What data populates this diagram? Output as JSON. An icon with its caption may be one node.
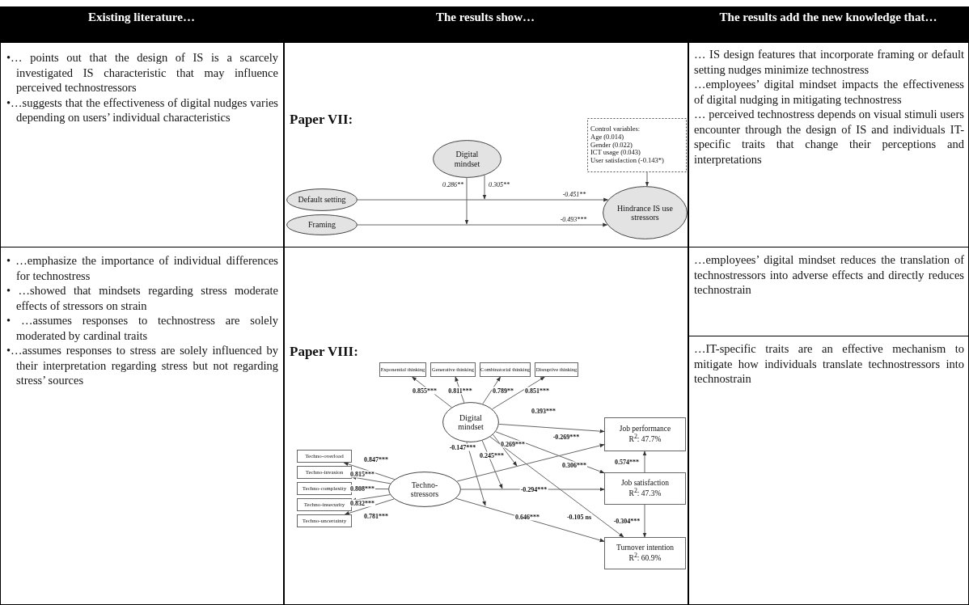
{
  "diagram": {
    "nodes": [
      {
        "text": [
          "Digital mindset"
        ]
      },
      {
        "text": [
          "Default setting"
        ]
      },
      {
        "text": [
          "Framing"
        ]
      },
      {
        "text": [
          "Hindrance IS use stressors"
        ]
      },
      {
        "text": [
          "Control variables:",
          "Age (0.014)",
          "Gender (0.022)",
          "ICT usage (0.043)",
          "User satisfaction (-0.143*)"
        ]
      },
      {
        "text": [
          "Exponential thinking"
        ]
      },
      {
        "text": [
          "Generative thinking"
        ]
      },
      {
        "text": [
          "Combinatorial thinking"
        ]
      },
      {
        "text": [
          "Disruptive thinking"
        ]
      },
      {
        "text": [
          "Digital mindset"
        ]
      },
      {
        "text": [
          "Job performance",
          "R$^{2}$: 47.7%"
        ]
      },
      {
        "text": [
          "Techno-overload"
        ]
      },
      {
        "text": [
          "Techno-invasion"
        ]
      },
      {
        "text": [
          "Techno-complexity"
        ]
      },
      {
        "text": [
          "Techno-insecurity"
        ]
      },
      {
        "text": [
          "Techno-uncertainty"
        ]
      },
      {
        "text": [
          "Techno-stressors"
        ]
      },
      {
        "text": [
          "Job satisfaction",
          "R$^{2}$: 47.3%"
        ]
      },
      {
        "text": [
          "Turnover intention",
          "R$^{2}$: 60.9%"
        ]
      }
    ],
    "edges": [
      {
        "from": 1,
        "to": 3,
        "arrow": "to",
        "label": "-0.451**"
      },
      {
        "from": 2,
        "to": 3,
        "arrow": "to",
        "label": "-0.493***"
      },
      {
        "from": 0,
        "to": null,
        "arrow": "to",
        "label": "0.305**"
      },
      {
        "from": 0,
        "to": null,
        "arrow": "to",
        "label": "0.286**"
      },
      {
        "from": 4,
        "to": 3,
        "arrow": "to"
      },
      {
        "from": 9,
        "to": 5,
        "arrow": "to",
        "label": "0.855***"
      },
      {
        "from": 9,
        "to": 6,
        "arrow": "to",
        "label": "0.811***"
      },
      {
        "from": 9,
        "to": 7,
        "arrow": "to",
        "label": "0.789**"
      },
      {
        "from": 9,
        "to": 8,
        "arrow": "to",
        "label": "0.851***"
      },
      {
        "from": 9,
        "to": 10,
        "arrow": "to",
        "label": "0.393***"
      },
      {
        "from": 16,
        "to": 10,
        "arrow": "to",
        "label": "-0.269***"
      },
      {
        "from": 9,
        "to": null,
        "arrow": "to",
        "label": "-0.147***"
      },
      {
        "from": 9,
        "to": null,
        "arrow": "to",
        "label": "0.245***"
      },
      {
        "from": 9,
        "to": null,
        "arrow": "to",
        "label": "0.269***"
      },
      {
        "from": 9,
        "to": 17,
        "arrow": "to",
        "label": "0.306***"
      },
      {
        "from": 16,
        "to": 17,
        "arrow": "to",
        "label": "-0.294***"
      },
      {
        "from": 16,
        "to": 18,
        "arrow": "to",
        "label": "0.646***"
      },
      {
        "from": 9,
        "to": 18,
        "arrow": "to",
        "label": "-0.105 ns"
      },
      {
        "from": 17,
        "to": 10,
        "arrow": "to",
        "label": "0.574***"
      },
      {
        "from": 17,
        "to": 18,
        "arrow": "to",
        "label": "-0.304***"
      },
      {
        "from": 16,
        "to": 11,
        "arrow": "to",
        "label": "0.847***"
      },
      {
        "from": 16,
        "to": 12,
        "arrow": "to",
        "label": "0.815***"
      },
      {
        "from": 16,
        "to": 13,
        "arrow": "to",
        "label": "0.808***"
      },
      {
        "from": 16,
        "to": 14,
        "arrow": "to",
        "label": "0.832***"
      },
      {
        "from": 16,
        "to": 15,
        "arrow": "to",
        "label": "0.781***"
      }
    ],
    "labels": [
      "Existing literature…",
      "The results show…",
      "The results add the new knowledge that…",
      "•… points out that the design of IS is a scarcely investigated IS characteristic that may influence perceived technostressors",
      "•…suggests that the effectiveness of digital nudges varies depending on users’ individual characteristics",
      "Paper VII:",
      "… IS design features that incorporate framing or default setting nudges minimize technostress",
      "…employees’ digital mindset impacts the effectiveness of digital nudging in mitigating technostress",
      "… perceived technostress depends on visual stimuli users encounter through the design of IS and individuals IT-specific traits that change their perceptions and interpretations",
      "• …emphasize the importance of individual differences for technostress",
      "• …showed that mindsets regarding stress moderate effects of stressors on strain",
      "• …assumes responses to technostress are solely moderated by cardinal traits",
      "•…assumes responses to stress are solely influenced by their interpretation regarding stress but not regarding stress’ sources",
      "Paper VIII:",
      "…employees’ digital mindset reduces the translation of technostressors into adverse effects and directly reduces technostrain",
      "…IT-specific traits are an effective mechanism to mitigate how individuals translate technostressors into technostrain"
    ]
  }
}
